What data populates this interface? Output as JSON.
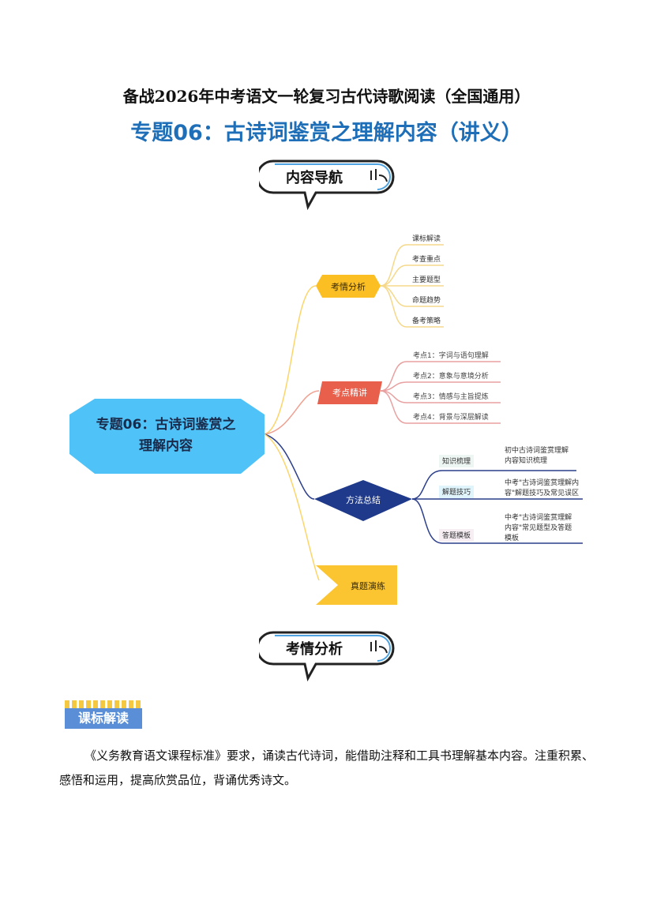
{
  "header": {
    "title": "备战2026年中考语文一轮复习古代诗歌阅读（全国通用）",
    "subtitle": "专题06：古诗词鉴赏之理解内容（讲义）"
  },
  "nav_bubble": {
    "label": "内容导航"
  },
  "mindmap": {
    "center_line1": "专题06：古诗词鉴赏之",
    "center_line2": "理解内容",
    "branches": [
      {
        "label": "考情分析",
        "children": [
          "课标解读",
          "考查重点",
          "主要题型",
          "命题趋势",
          "备考策略"
        ]
      },
      {
        "label": "考点精讲",
        "children": [
          "考点1：字词与语句理解",
          "考点2：意象与意境分析",
          "考点3：情感与主旨提炼",
          "考点4：背景与深层解读"
        ]
      },
      {
        "label": "方法总结",
        "children": [
          {
            "label": "知识梳理",
            "desc1": "初中古诗词鉴赏理解",
            "desc2": "内容知识梳理",
            "desc3": ""
          },
          {
            "label": "解题技巧",
            "desc1": "中考\"古诗词鉴赏理解内",
            "desc2": "容\"解题技巧及常见误区",
            "desc3": ""
          },
          {
            "label": "答题模板",
            "desc1": "中考\"古诗词鉴赏理解",
            "desc2": "内容\"常见题型及答题",
            "desc3": "模板"
          }
        ]
      },
      {
        "label": "真题演练"
      }
    ],
    "colors": {
      "center": "#4fc3f7",
      "b1": "#fbbf24",
      "b2": "#e8604c",
      "b3": "#1f3a8a",
      "b4": "#fbc531"
    }
  },
  "section_bubble": {
    "label": "考情分析"
  },
  "subsection": {
    "label": "课标解读"
  },
  "paragraph": "《义务教育语文课程标准》要求，诵读古代诗词，能借助注释和工具书理解基本内容。注重积累、感悟和运用，提高欣赏品位，背诵优秀诗文。"
}
